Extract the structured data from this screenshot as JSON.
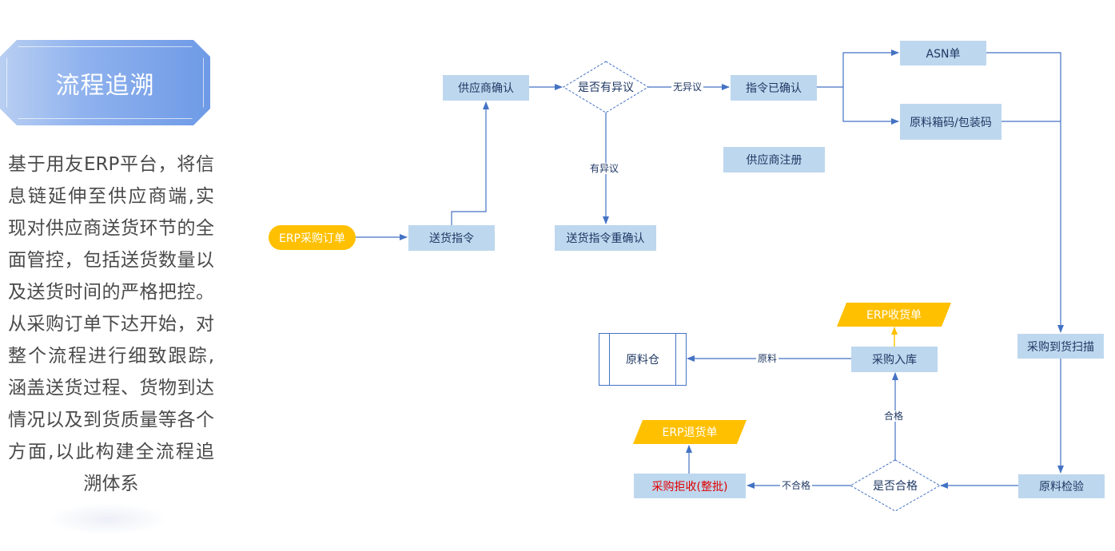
{
  "title": "流程追溯",
  "description": "基于用友ERP平台，将信息链延伸至供应商端,实现对供应商送货环节的全面管控，包括送货数量以及送货时间的严格把控。从采购订单下达开始，对整个流程进行细致跟踪,涵盖送货过程、货物到达情况以及到货质量等各个方面,以此构建全流程追溯体系",
  "nodes": {
    "erp_po": "ERP采购订单",
    "delivery_order": "送货指令",
    "supplier_confirm": "供应商确认",
    "objection_check": "是否有异议",
    "order_confirmed": "指令已确认",
    "delivery_reconfirm": "送货指令重确认",
    "supplier_register": "供应商注册",
    "asn": "ASN单",
    "material_code": "原料箱码/包装码",
    "receipt_scan": "采购到货扫描",
    "inspection": "原料检验",
    "qualified_check": "是否合格",
    "purchase_reject": "采购拒收(整批)",
    "erp_return": "ERP退货单",
    "purchase_inbound": "采购入库",
    "erp_receipt": "ERP收货单",
    "raw_warehouse": "原料仓"
  },
  "edge_labels": {
    "no_objection": "无异议",
    "has_objection": "有异议",
    "qualified": "合格",
    "unqualified": "不合格",
    "raw_material": "原料"
  },
  "colors": {
    "process_fill": "#bdd7ee",
    "accent": "#ffc000",
    "line": "#4472c4",
    "text": "#1f3864",
    "reject_text": "#e00000"
  }
}
